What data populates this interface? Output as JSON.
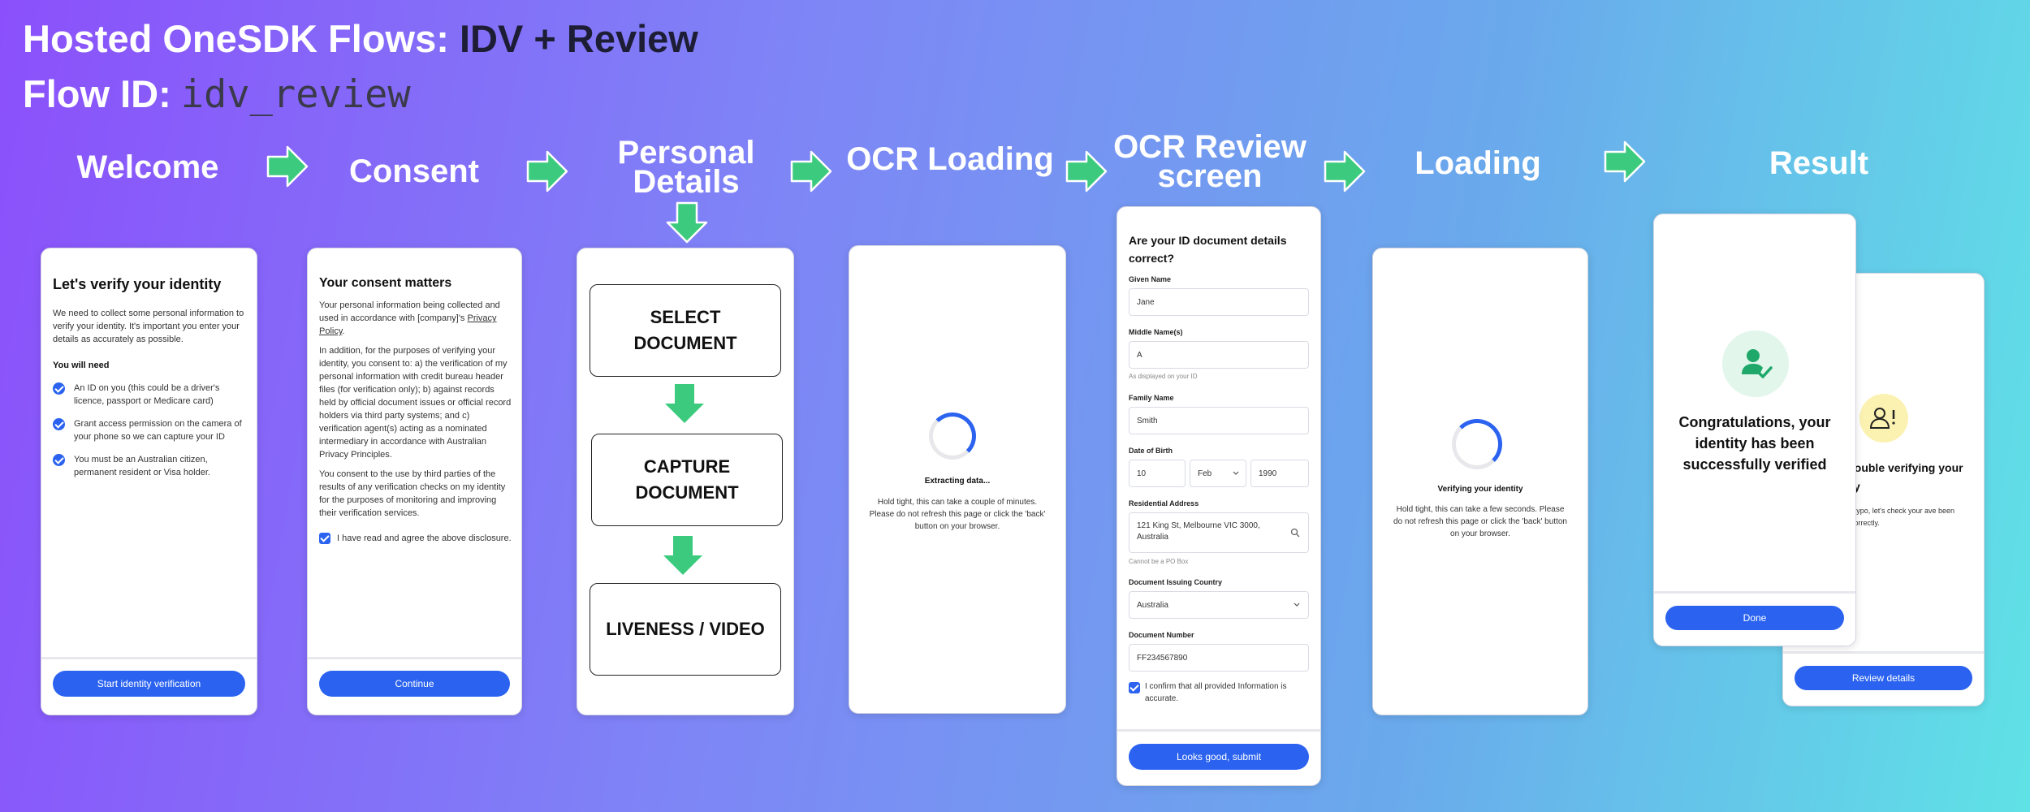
{
  "header": {
    "title_prefix": "Hosted OneSDK Flows: ",
    "title_idv": "IDV",
    "title_plus": " + ",
    "title_review": "Review",
    "flow_label": "Flow ID:",
    "flow_id": "idv_review"
  },
  "stages": {
    "welcome": "Welcome",
    "consent": "Consent",
    "personal_line1": "Personal",
    "personal_line2": "Details",
    "ocr_loading": "OCR Loading",
    "ocr_review_line1": "OCR Review",
    "ocr_review_line2": "screen",
    "loading": "Loading",
    "result": "Result"
  },
  "welcome": {
    "title": "Let's verify your identity",
    "intro": "We need to collect some personal information to verify your identity. It's important you enter your details as accurately as possible.",
    "needs_heading": "You will need",
    "needs": [
      "An ID on you (this could be a driver's licence, passport or Medicare card)",
      "Grant access permission on the camera of your phone so we can capture your ID",
      "You must be an Australian citizen, permanent resident or Visa holder."
    ],
    "button": "Start identity verification"
  },
  "consent": {
    "title": "Your consent matters",
    "p1_before": "Your personal information being collected and used in accordance with [company]'s ",
    "p1_link": "Privacy Policy",
    "p1_after": ".",
    "p2": "In addition, for the purposes of verifying your identity, you consent to: a) the verification of my personal information with credit bureau header files (for verification only); b) against records held by official document issues or official record holders via third party systems; and c) verification agent(s) acting as a nominated intermediary in accordance with Australian Privacy Principles.",
    "p3": "You consent to the use by third parties of the results of any verification checks on my identity for the purposes of monitoring and improving their verification services.",
    "checkbox": "I have read and agree the above disclosure.",
    "button": "Continue"
  },
  "personal": {
    "box1_l1": "SELECT",
    "box1_l2": "DOCUMENT",
    "box2_l1": "CAPTURE",
    "box2_l2": "DOCUMENT",
    "box3": "LIVENESS / VIDEO"
  },
  "ocr_loading": {
    "title": "Extracting data...",
    "text": "Hold tight, this can take a couple of minutes. Please do not refresh this page or click the 'back' button on your browser."
  },
  "ocr_review": {
    "title": "Are your ID document details correct?",
    "given_label": "Given Name",
    "given_value": "Jane",
    "middle_label": "Middle Name(s)",
    "middle_value": "A",
    "middle_hint": "As displayed on your ID",
    "family_label": "Family Name",
    "family_value": "Smith",
    "dob_label": "Date of Birth",
    "dob_day": "10",
    "dob_month": "Feb",
    "dob_year": "1990",
    "address_label": "Residential Address",
    "address_value": "121 King St, Melbourne VIC 3000, Australia",
    "address_hint": "Cannot be a PO Box",
    "country_label": "Document Issuing Country",
    "country_value": "Australia",
    "docnum_label": "Document Number",
    "docnum_value": "FF234567890",
    "confirm": "I confirm that all provided Information is accurate.",
    "button": "Looks good, submit"
  },
  "loading": {
    "title": "Verifying your identity",
    "text": "Hold tight, this can take a few seconds. Please do not refresh this page or click the 'back' button on your browser."
  },
  "result": {
    "success": "Congratulations, your identity has been successfully verified",
    "done": "Done",
    "issue_title_partial": "ving trouble verifying your identity",
    "issue_text_partial": "It's just a typo, let's check your ave been entered correctly.",
    "review": "Review details"
  },
  "colors": {
    "accent": "#2b63f0",
    "arrow": "#3ccb7e",
    "success_bg": "#e2f6ec",
    "warning_bg": "#fbf2b2"
  }
}
